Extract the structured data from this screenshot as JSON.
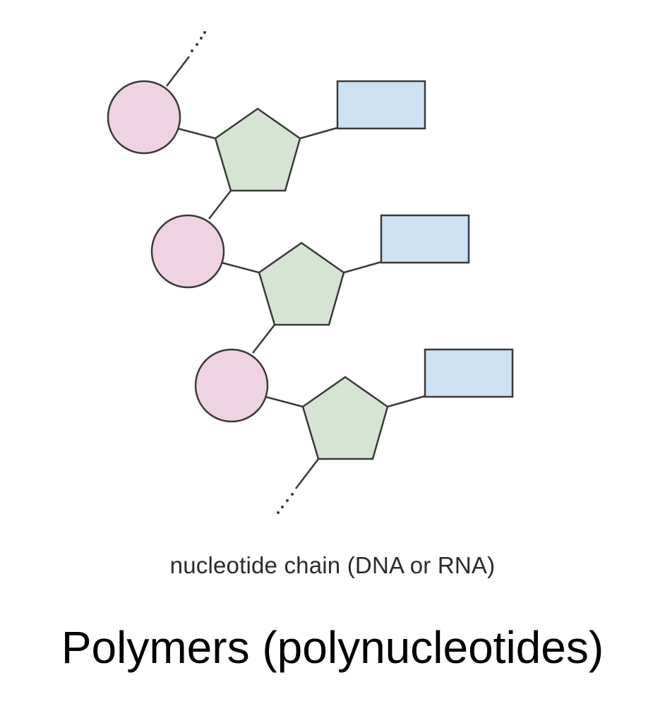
{
  "diagram": {
    "caption": "nucleotide chain (DNA or RNA)",
    "nucleotide_count": 3,
    "continues_above": true,
    "continues_below": true,
    "colors": {
      "phosphate": "#f0d3e2",
      "sugar": "#d6e4d3",
      "base": "#cde1f3",
      "stroke": "#3a3a3a"
    }
  },
  "title": "Polymers (polynucleotides)"
}
